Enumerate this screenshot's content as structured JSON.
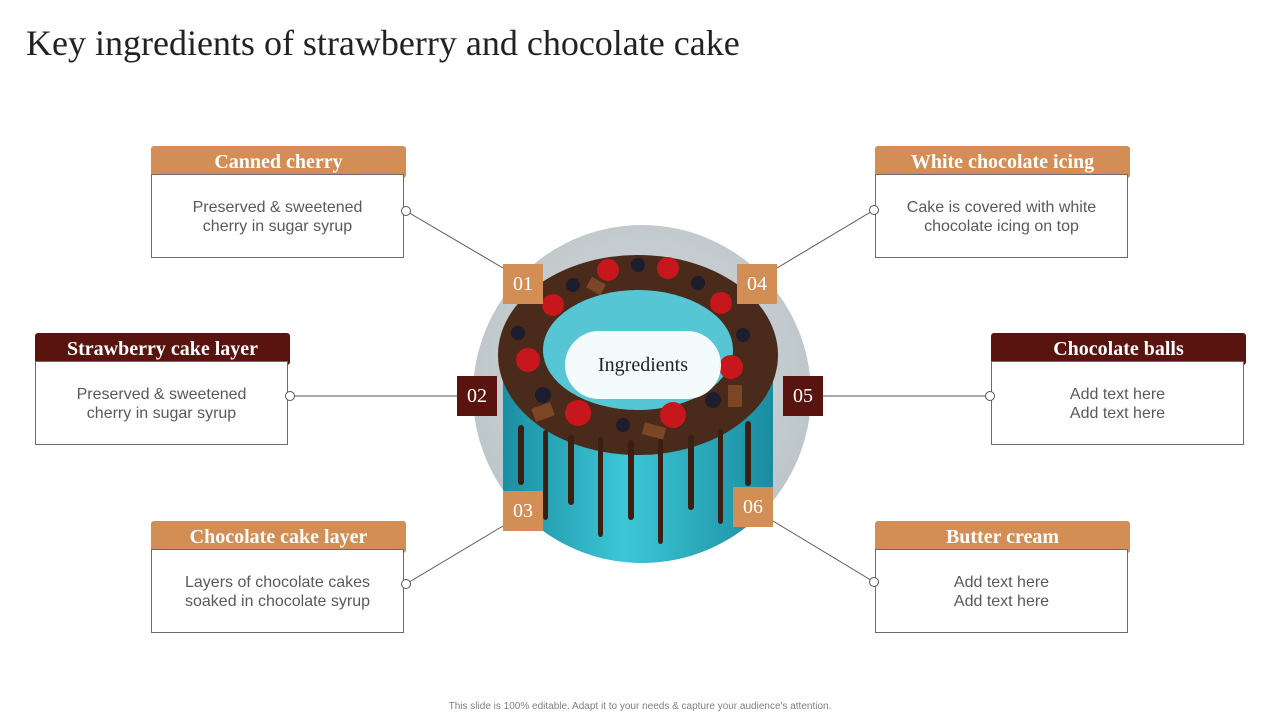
{
  "title": "Key ingredients of strawberry and chocolate cake",
  "center_label": "Ingredients",
  "colors": {
    "orange": "#D28E55",
    "dark_red": "#5A1410",
    "text_gray": "#595959",
    "line": "#555555"
  },
  "items": [
    {
      "number": "01",
      "heading": "Canned cherry",
      "lines": [
        "Preserved & sweetened",
        "cherry  in sugar syrup"
      ],
      "color": "#D28E55"
    },
    {
      "number": "02",
      "heading": "Strawberry cake layer",
      "lines": [
        "Preserved & sweetened",
        "cherry  in sugar syrup"
      ],
      "color": "#5A1410"
    },
    {
      "number": "03",
      "heading": "Chocolate cake layer",
      "lines": [
        "Layers of chocolate cakes",
        "soaked in chocolate syrup"
      ],
      "color": "#D28E55"
    },
    {
      "number": "04",
      "heading": "White chocolate icing",
      "lines": [
        "Cake is covered with white",
        "chocolate icing on top"
      ],
      "color": "#D28E55"
    },
    {
      "number": "05",
      "heading": "Chocolate balls",
      "lines": [
        "Add text here",
        "Add text here"
      ],
      "color": "#5A1410"
    },
    {
      "number": "06",
      "heading": "Butter cream",
      "lines": [
        "Add text here",
        "Add text here"
      ],
      "color": "#D28E55"
    }
  ],
  "footer": "This slide is 100% editable.  Adapt it to your needs & capture your audience's attention."
}
